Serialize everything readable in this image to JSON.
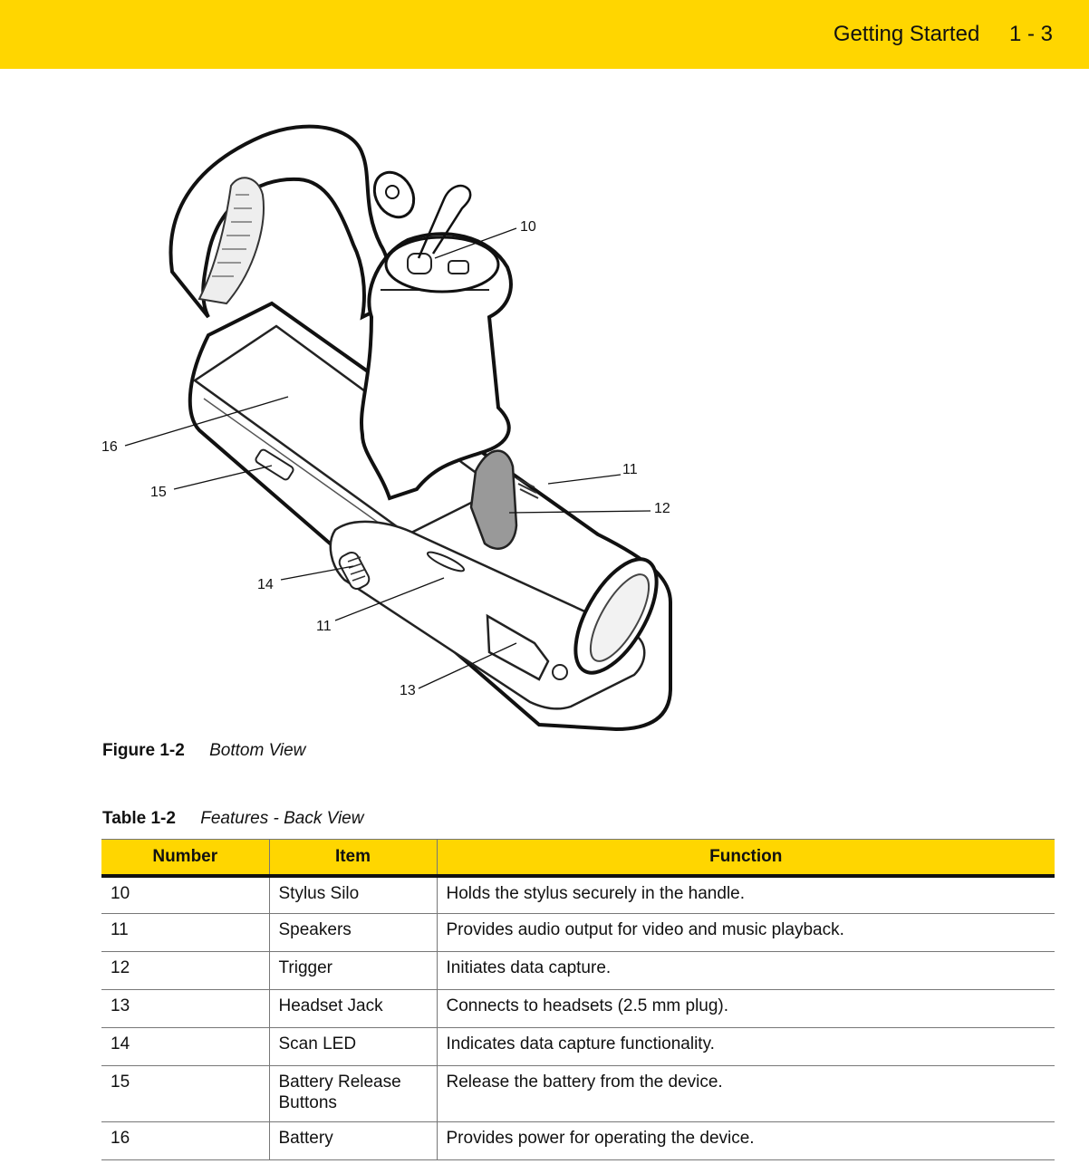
{
  "header": {
    "chapter": "Getting Started",
    "page": "1 - 3",
    "accent_color": "#FFD600"
  },
  "figure": {
    "number": "Figure 1-2",
    "title": "Bottom View",
    "callouts": [
      "10",
      "11",
      "12",
      "16",
      "15",
      "14",
      "11",
      "13"
    ]
  },
  "table": {
    "number": "Table 1-2",
    "title": "Features - Back View",
    "headers": [
      "Number",
      "Item",
      "Function"
    ],
    "rows": [
      {
        "number": "10",
        "item": "Stylus Silo",
        "function": "Holds the stylus securely in the handle."
      },
      {
        "number": "11",
        "item": "Speakers",
        "function": "Provides audio output for video and music playback."
      },
      {
        "number": "12",
        "item": "Trigger",
        "function": "Initiates data capture."
      },
      {
        "number": "13",
        "item": "Headset Jack",
        "function": "Connects to headsets (2.5 mm plug)."
      },
      {
        "number": "14",
        "item": "Scan LED",
        "function": "Indicates data capture functionality."
      },
      {
        "number": "15",
        "item": "Battery Release Buttons",
        "function": "Release the battery from the device."
      },
      {
        "number": "16",
        "item": "Battery",
        "function": "Provides power for operating the device."
      }
    ]
  }
}
